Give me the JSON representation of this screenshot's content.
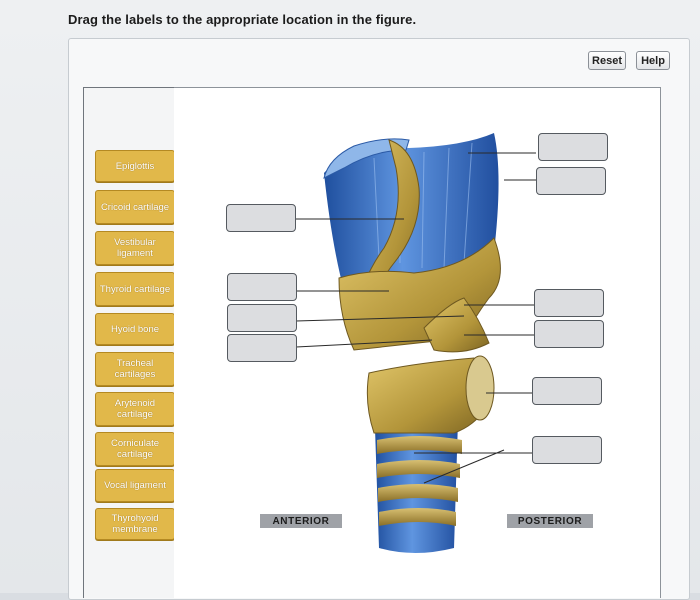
{
  "instruction": "Drag the labels to the appropriate location in the figure.",
  "toolbar": {
    "reset_label": "Reset",
    "help_label": "Help"
  },
  "labels": [
    "Epiglottis",
    "Cricoid cartilage",
    "Vestibular ligament",
    "Thyroid cartilage",
    "Hyoid bone",
    "Tracheal cartilages",
    "Arytenoid cartilage",
    "Corniculate cartilage",
    "Vocal ligament",
    "Thyrohyoid membrane"
  ],
  "figure": {
    "anterior_label": "ANTERIOR",
    "posterior_label": "POSTERIOR"
  },
  "colors": {
    "label_fill": "#e1b84a",
    "cartilage": "#b99a3c",
    "membrane": "#3f74c9",
    "trachea": "#3a6fc0"
  }
}
